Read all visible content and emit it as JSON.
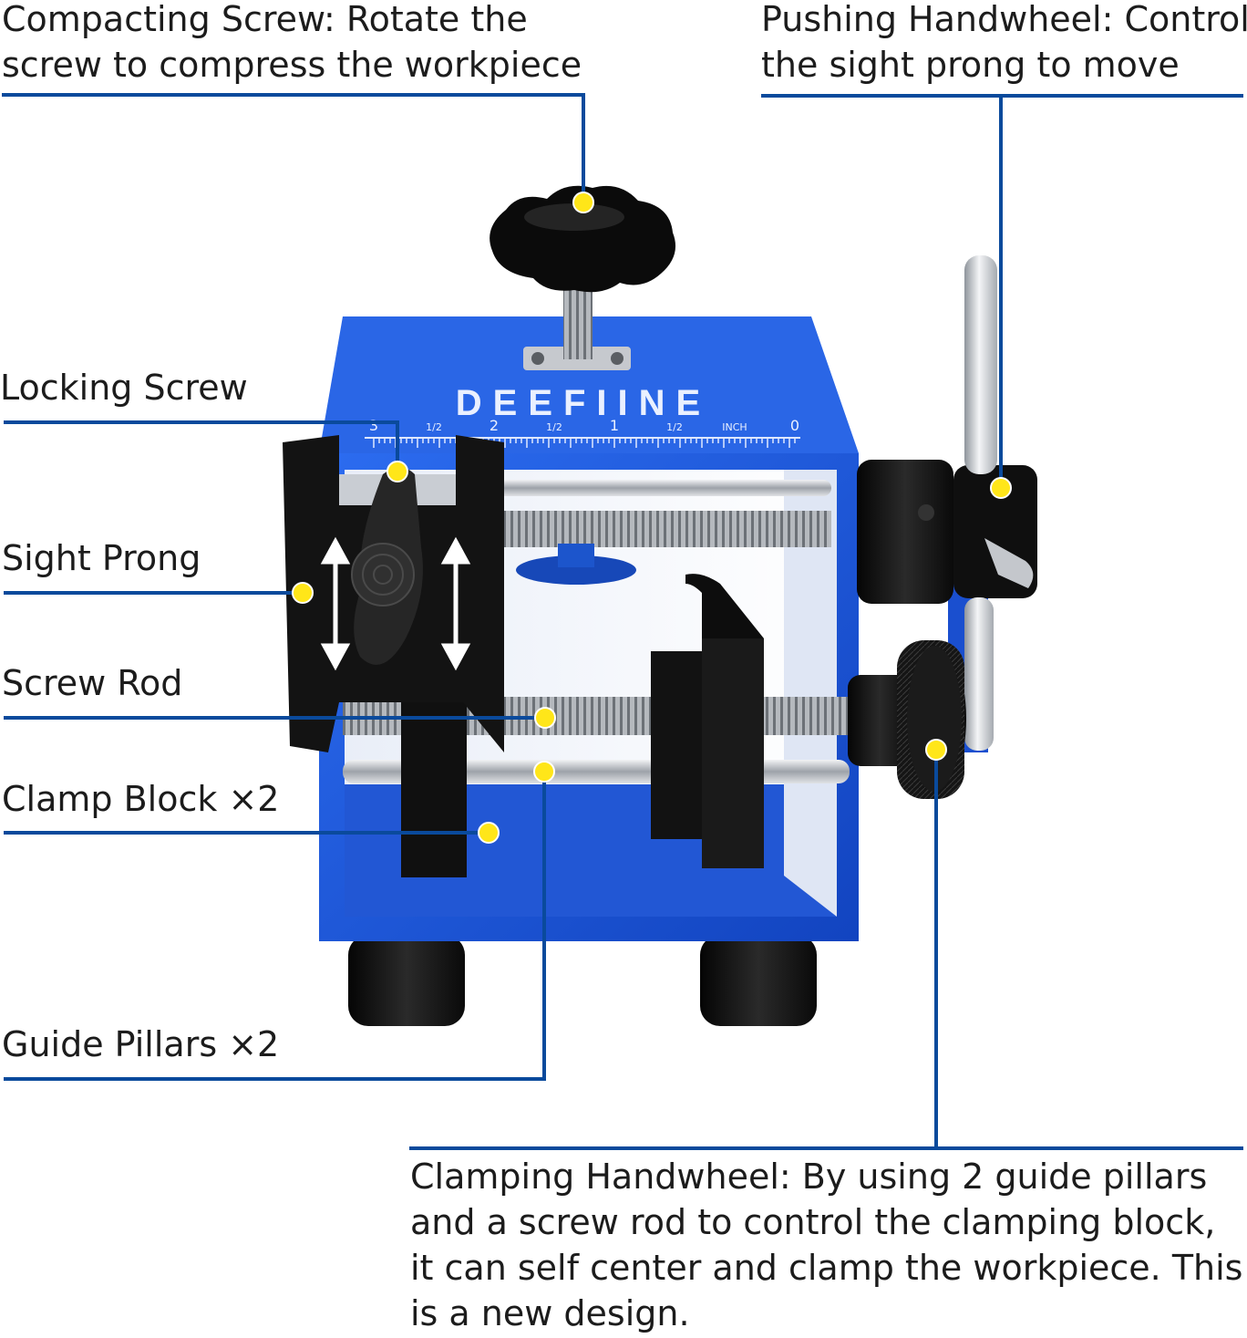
{
  "colors": {
    "leader": "#0a4a9c",
    "marker": "#ffe619",
    "body_blue": "#1f5fe0",
    "body_blue_dark": "#0d3fae",
    "black_part": "#141414",
    "steel": "#c9ccd1"
  },
  "brand": "DEEFIINE",
  "ruler": {
    "ticks": [
      "3",
      "1/2",
      "2",
      "1/2",
      "1",
      "1/2",
      "INCH",
      "0"
    ]
  },
  "callouts": {
    "compacting": {
      "text": "Compacting Screw: Rotate the screw to compress the workpiece"
    },
    "pushing": {
      "text": "Pushing Handwheel: Control the sight prong to move"
    },
    "locking": {
      "text": "Locking Screw"
    },
    "sight": {
      "text": "Sight Prong"
    },
    "screw_rod": {
      "text": "Screw Rod"
    },
    "clamp_block": {
      "text": "Clamp Block ×2"
    },
    "guide_pillars": {
      "text": "Guide Pillars ×2"
    },
    "clamping": {
      "text": "Clamping Handwheel: By using 2 guide pillars and a screw rod to control the clamping block, it can self center and clamp the workpiece. This is a new design."
    }
  }
}
